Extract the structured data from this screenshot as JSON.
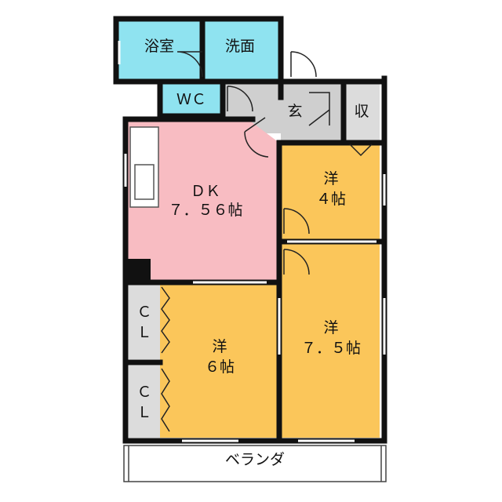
{
  "colors": {
    "wall": "#111111",
    "wet_area": "#8fe3f0",
    "dining_kitchen": "#f8bcc2",
    "western_room": "#fbc65a",
    "closet": "#dcdcdc",
    "entry": "#cfcfcf",
    "balcony": "#ffffff"
  },
  "rooms": {
    "bathroom": {
      "label": "浴室"
    },
    "washroom": {
      "label": "洗面"
    },
    "toilet": {
      "label": "ＷＣ"
    },
    "entrance": {
      "label": "玄"
    },
    "storage": {
      "label": "収"
    },
    "dk": {
      "label": "ＤＫ",
      "size": "７．５６帖"
    },
    "western_small": {
      "label": "洋",
      "size": "４帖"
    },
    "western_large": {
      "label": "洋",
      "size": "７．５帖"
    },
    "western_medium": {
      "label": "洋",
      "size": "６帖"
    },
    "closet_upper": {
      "label_top": "Ｃ",
      "label_bottom": "Ｌ"
    },
    "closet_lower": {
      "label_top": "Ｃ",
      "label_bottom": "Ｌ"
    },
    "balcony": {
      "label": "ベランダ"
    }
  }
}
